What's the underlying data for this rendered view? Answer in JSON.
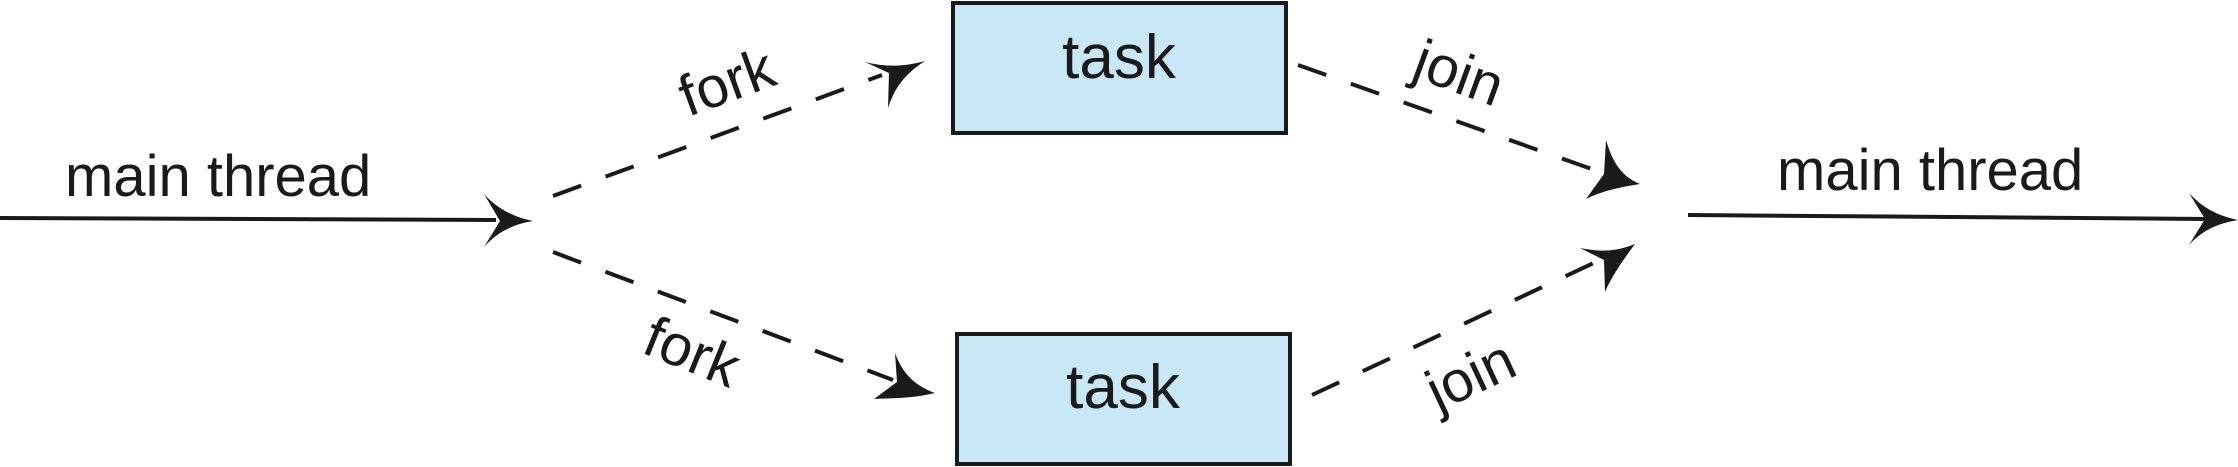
{
  "labels": {
    "main_thread_in": "main thread",
    "main_thread_out": "main thread",
    "fork_top": "fork",
    "fork_bottom": "fork",
    "join_top": "join",
    "join_bottom": "join",
    "task_top": "task",
    "task_bottom": "task"
  },
  "colors": {
    "task_fill": "#c8e8f8",
    "line": "#1a1a1a"
  }
}
